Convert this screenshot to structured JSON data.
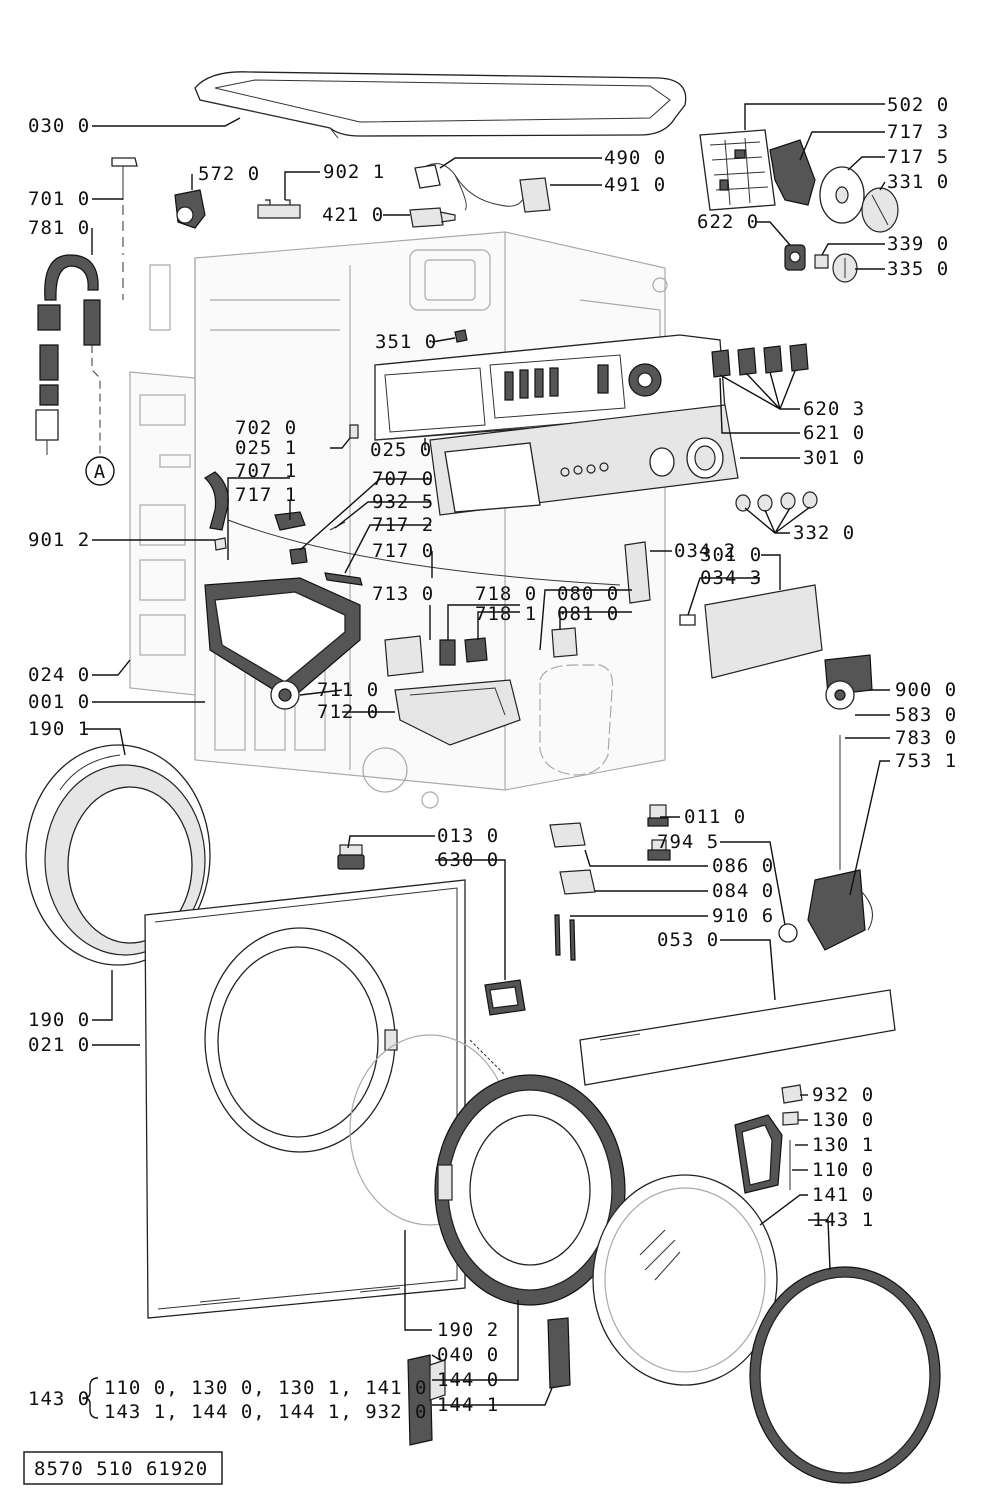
{
  "labels": [
    {
      "id": "l0300",
      "text": "030 0"
    },
    {
      "id": "l5020",
      "text": "502 0"
    },
    {
      "id": "l7173",
      "text": "717 3"
    },
    {
      "id": "l7175",
      "text": "717 5"
    },
    {
      "id": "l3310",
      "text": "331 0"
    },
    {
      "id": "l5720",
      "text": "572 0"
    },
    {
      "id": "l9021",
      "text": "902 1"
    },
    {
      "id": "l4900",
      "text": "490 0"
    },
    {
      "id": "l4910",
      "text": "491 0"
    },
    {
      "id": "l7010",
      "text": "701 0"
    },
    {
      "id": "l4210",
      "text": "421 0"
    },
    {
      "id": "l7810",
      "text": "781 0"
    },
    {
      "id": "l6220",
      "text": "622 0"
    },
    {
      "id": "l3390",
      "text": "339 0"
    },
    {
      "id": "l3350",
      "text": "335 0"
    },
    {
      "id": "l3510",
      "text": "351 0"
    },
    {
      "id": "l6203",
      "text": "620 3"
    },
    {
      "id": "l7020",
      "text": "702 0"
    },
    {
      "id": "l6210",
      "text": "621 0"
    },
    {
      "id": "l0251",
      "text": "025 1"
    },
    {
      "id": "l0250",
      "text": "025 0"
    },
    {
      "id": "l3010a",
      "text": "301 0"
    },
    {
      "id": "l7071",
      "text": "707 1"
    },
    {
      "id": "l7070",
      "text": "707 0"
    },
    {
      "id": "l7171",
      "text": "717 1"
    },
    {
      "id": "l9325",
      "text": "932 5"
    },
    {
      "id": "l3320",
      "text": "332 0"
    },
    {
      "id": "l7172",
      "text": "717 2"
    },
    {
      "id": "l9012",
      "text": "901 2"
    },
    {
      "id": "l7170",
      "text": "717 0"
    },
    {
      "id": "l3010b",
      "text": "301 0"
    },
    {
      "id": "l0342",
      "text": "034 2"
    },
    {
      "id": "l0343",
      "text": "034 3"
    },
    {
      "id": "l7130",
      "text": "713 0"
    },
    {
      "id": "l7180",
      "text": "718 0"
    },
    {
      "id": "l0800",
      "text": "080 0"
    },
    {
      "id": "l7181",
      "text": "718 1"
    },
    {
      "id": "l0810",
      "text": "081 0"
    },
    {
      "id": "l0240",
      "text": "024 0"
    },
    {
      "id": "l0010",
      "text": "001 0"
    },
    {
      "id": "l7110",
      "text": "711 0"
    },
    {
      "id": "l9000",
      "text": "900 0"
    },
    {
      "id": "l7120",
      "text": "712 0"
    },
    {
      "id": "l5830",
      "text": "583 0"
    },
    {
      "id": "l1901",
      "text": "190 1"
    },
    {
      "id": "l7830",
      "text": "783 0"
    },
    {
      "id": "l7531",
      "text": "753 1"
    },
    {
      "id": "l0110",
      "text": "011 0"
    },
    {
      "id": "l0130",
      "text": "013 0"
    },
    {
      "id": "l7945",
      "text": "794 5"
    },
    {
      "id": "l6300",
      "text": "630 0"
    },
    {
      "id": "l0860",
      "text": "086 0"
    },
    {
      "id": "l0840",
      "text": "084 0"
    },
    {
      "id": "l9106",
      "text": "910 6"
    },
    {
      "id": "l0530",
      "text": "053 0"
    },
    {
      "id": "l1900",
      "text": "190 0"
    },
    {
      "id": "l0210",
      "text": "021 0"
    },
    {
      "id": "l9320",
      "text": "932 0"
    },
    {
      "id": "l1300",
      "text": "130 0"
    },
    {
      "id": "l1301",
      "text": "130 1"
    },
    {
      "id": "l1100",
      "text": "110 0"
    },
    {
      "id": "l1410",
      "text": "141 0"
    },
    {
      "id": "l1431",
      "text": "143 1"
    },
    {
      "id": "l1902",
      "text": "190 2"
    },
    {
      "id": "l0400",
      "text": "040 0"
    },
    {
      "id": "l1440",
      "text": "144 0"
    },
    {
      "id": "l1441",
      "text": "144 1"
    }
  ],
  "circle_marker": "A",
  "kit": {
    "code": "143 0",
    "line1": "110 0,  130 0,  130 1,  141 0",
    "line2": "143 1,  144 0,  144 1,  932 0"
  },
  "doc_number": "8570 510 61920"
}
